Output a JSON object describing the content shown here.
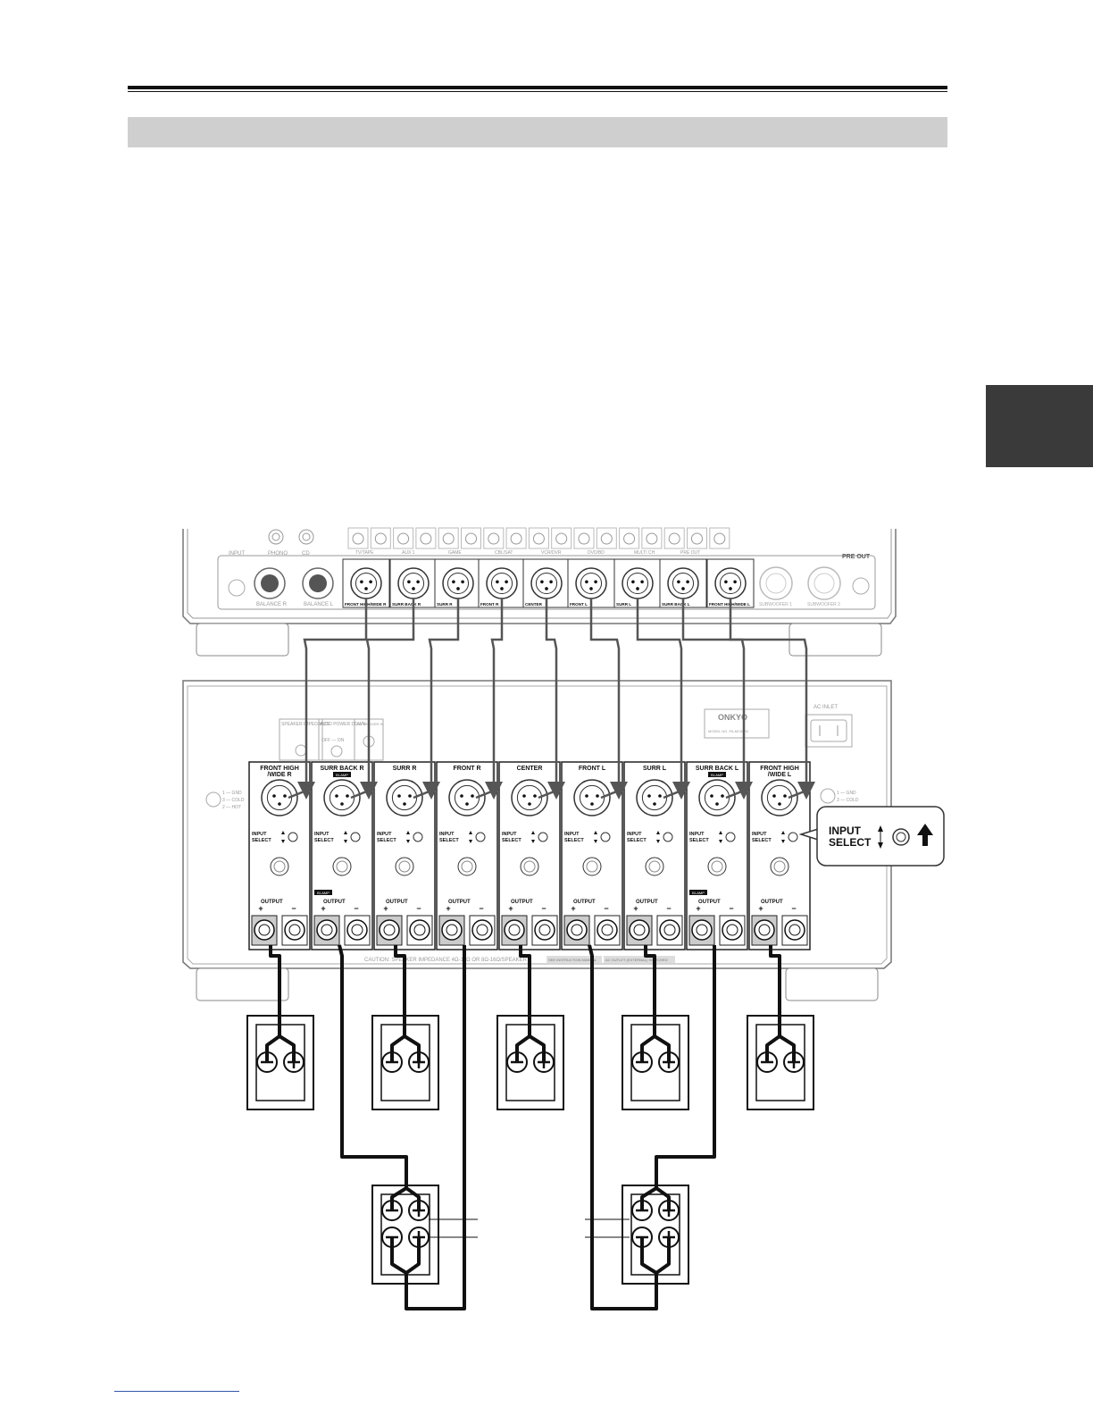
{
  "preamp": {
    "input_label": "INPUT",
    "pre_out_label": "PRE OUT",
    "phono_label": "PHONO",
    "cd_label": "CD",
    "balance_r": "BALANCE R",
    "balance_l": "BALANCE L",
    "rca_labels": [
      "TV/TAPE",
      "AUX 1",
      "GAME",
      "CBL/SAT",
      "VCR/DVR",
      "DVD/BD",
      "MULTI CH",
      "PRE OUT"
    ],
    "xlr_outputs": [
      "FRONT HIGH/WIDE R",
      "SURR BACK R",
      "SURR R",
      "FRONT R",
      "CENTER",
      "FRONT L",
      "SURR L",
      "SURR BACK L",
      "FRONT HIGH/WIDE L"
    ],
    "subwoofers": [
      "SUBWOOFER 1",
      "SUBWOOFER 2"
    ]
  },
  "amp": {
    "speaker_impedance": "SPEAKER IMPEDANCE",
    "auto_power_down": "AUTO POWER DOWN",
    "off_on": "OFF — ON",
    "trigger": "12V TRIGGER IN",
    "brand": "ONKYO",
    "model": "MODEL NO. PA-MC5500",
    "ac_inlet": "AC INLET",
    "pin_labels": [
      "1 — GND",
      "3 — COLD",
      "2 — HOT"
    ],
    "channels": [
      {
        "name": "FRONT HIGH",
        "name2": "/WIDE R",
        "biamp": false
      },
      {
        "name": "SURR BACK R",
        "name2": "",
        "biamp": true
      },
      {
        "name": "SURR R",
        "name2": "",
        "biamp": false
      },
      {
        "name": "FRONT R",
        "name2": "",
        "biamp": false
      },
      {
        "name": "CENTER",
        "name2": "",
        "biamp": false
      },
      {
        "name": "FRONT L",
        "name2": "",
        "biamp": false
      },
      {
        "name": "SURR L",
        "name2": "",
        "biamp": false
      },
      {
        "name": "SURR BACK L",
        "name2": "",
        "biamp": true
      },
      {
        "name": "FRONT HIGH",
        "name2": "/WIDE L",
        "biamp": false
      }
    ],
    "input_select": "INPUT SELECT",
    "output": "OUTPUT",
    "plus": "+",
    "minus": "−",
    "biamp_badge": "BI-AMP",
    "caution": "CAUTION: SPEAKER IMPEDANCE 4Ω-16Ω OR 8Ω-16Ω/SPEAKER",
    "caution_tag1": "SEE INSTRUCTION MANUAL",
    "caution_tag2": "AC OUTLET (EXTERNAL) SWITCHED"
  },
  "callout": {
    "line1": "INPUT",
    "line2": "SELECT"
  }
}
